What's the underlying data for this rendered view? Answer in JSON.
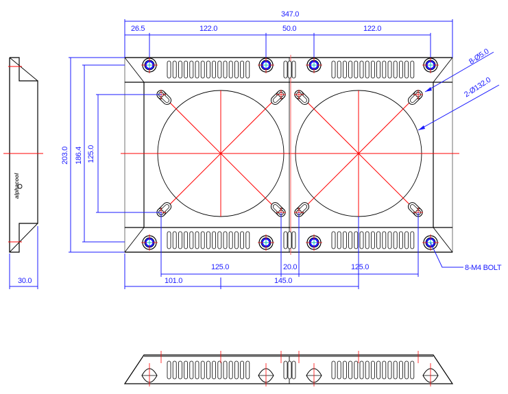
{
  "drawing": {
    "title": "Dual 120mm fan radiator shroud — technical drawing",
    "colors": {
      "outline": "#000000",
      "centerline": "#ff0000",
      "dimension": "#1a1aff",
      "hole_fill": "#1a1aff",
      "hole_cross": "#00c0c0"
    }
  },
  "dimensions": {
    "overall_width": "347.0",
    "top_offset": "26.5",
    "top_span_left": "122.0",
    "top_gap": "50.0",
    "top_span_right": "122.0",
    "overall_height": "203.0",
    "inner_height": "186.4",
    "hole_spacing_vertical": "125.0",
    "bottom_span_left": "125.0",
    "bottom_gap": "20.0",
    "bottom_span_right": "125.0",
    "fan_center_offset": "101.0",
    "fan_center_spacing": "145.0",
    "side_thickness": "30.0"
  },
  "callouts": {
    "fan_mount_holes": "8-Ø5.0",
    "fan_openings": "2-Ø132.0",
    "bolts": "8-M4 BOLT"
  },
  "side_view": {
    "logo_text": "alphacool"
  }
}
